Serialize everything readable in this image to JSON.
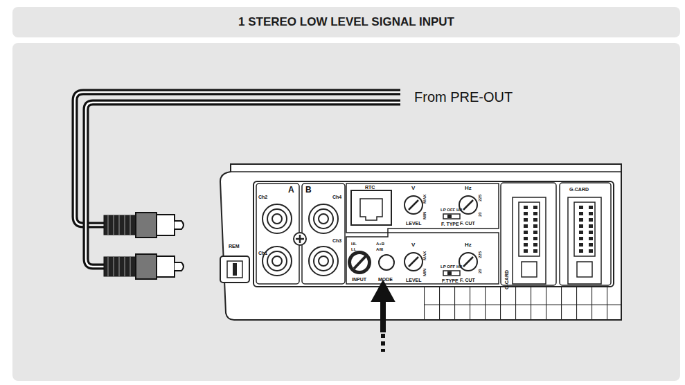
{
  "diagram": {
    "title": "1 STEREO LOW LEVEL SIGNAL INPUT",
    "labels": [
      "From PRE-OUT",
      "REM",
      "Ch2",
      "A",
      "Ch1",
      "B",
      "Ch4",
      "Ch3",
      "RTC",
      "V",
      "MAX",
      "MIN",
      "LEVEL",
      "LP OFF HP",
      "F. TYPE",
      "Hz",
      "225",
      "20",
      "F. CUT",
      "HL",
      "LL",
      "A+B",
      "A/B",
      "INPUT",
      "MODE",
      "V",
      "MAX",
      "MIN",
      "LEVEL",
      "LP OFF HP",
      "F.TYPE",
      "Hz",
      "225",
      "20",
      "F. CUT",
      "G-CARD",
      "G-CARD"
    ]
  }
}
